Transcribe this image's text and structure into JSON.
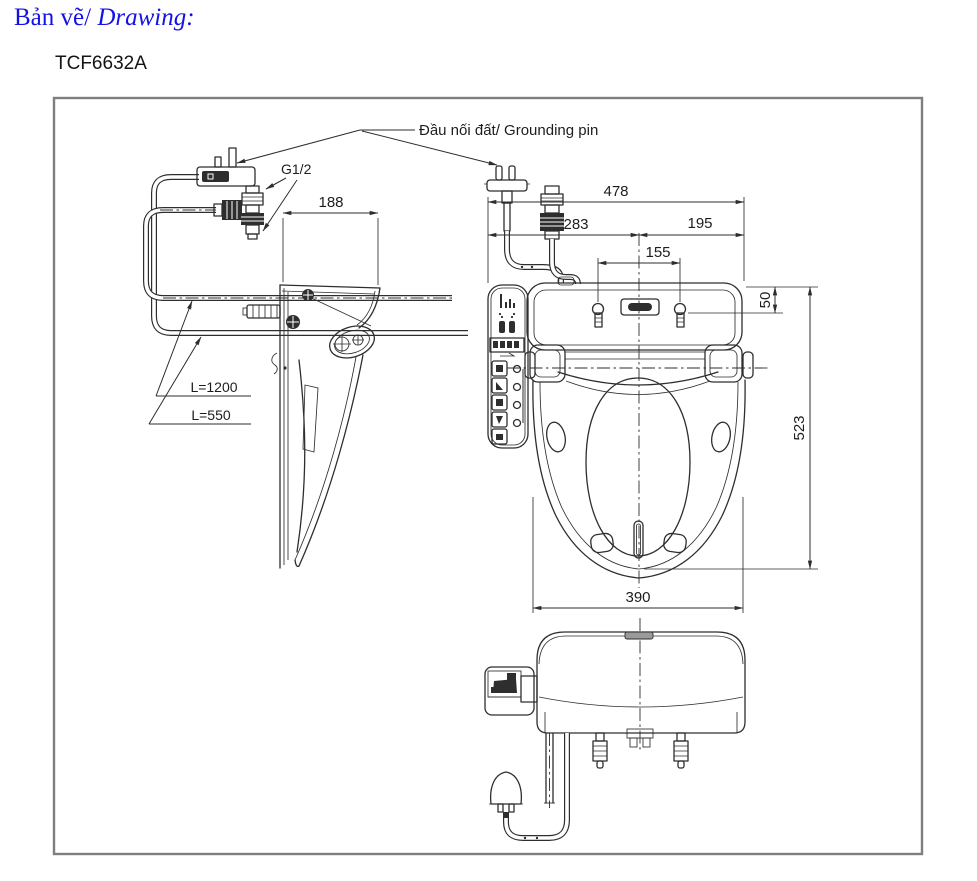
{
  "header": {
    "title_prefix": "Bản vẽ/",
    "title_suffix": "Drawing:",
    "model": "TCF6632A"
  },
  "labels": {
    "grounding": "Đầu nối đất/ Grounding pin",
    "thread": "G1/2",
    "hose_length": "L=1200",
    "cord_length": "L=550"
  },
  "dimensions": {
    "side_depth": "188",
    "top_width": "478",
    "left_to_center": "283",
    "center_to_right": "195",
    "bolt_spacing": "155",
    "bolt_offset": "50",
    "overall_depth": "523",
    "seat_width": "390"
  },
  "colors": {
    "title_blue": "#1212e8",
    "line_black": "#2e2e2e",
    "frame_gray": "#7e7e7e"
  }
}
